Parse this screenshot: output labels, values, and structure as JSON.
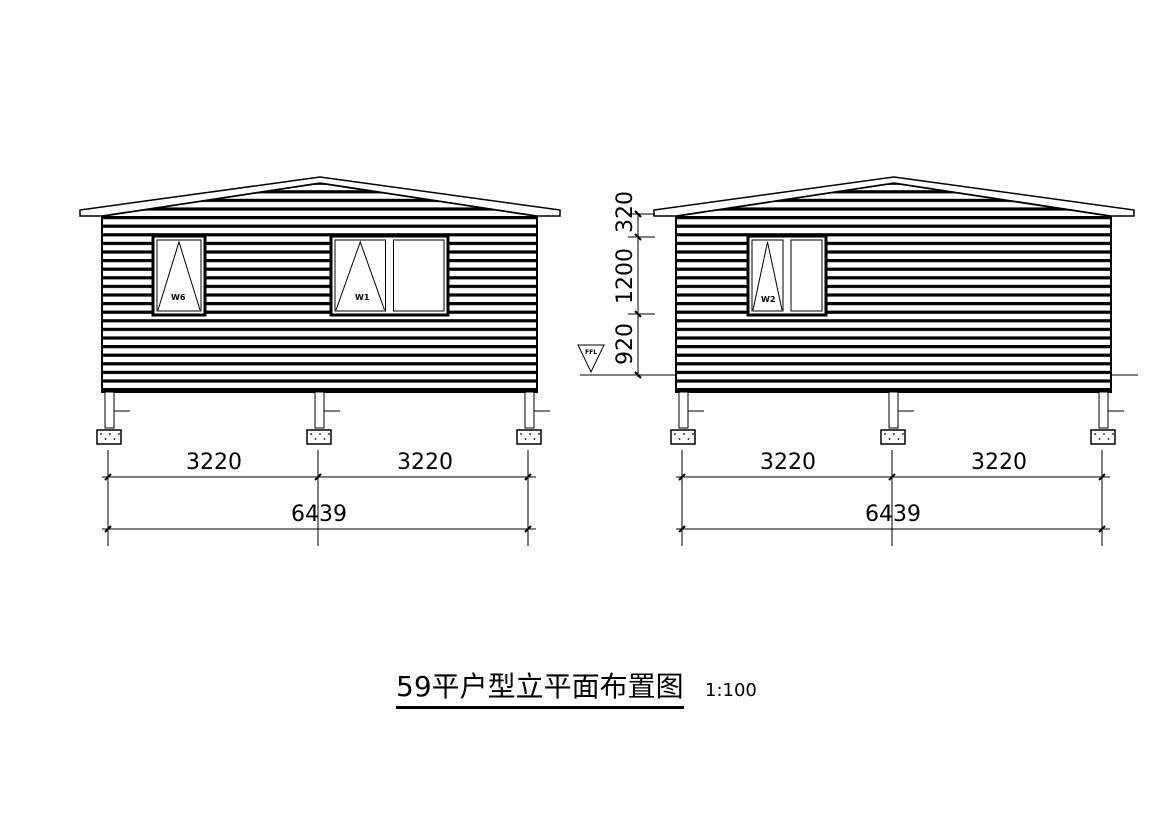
{
  "drawing": {
    "title": "59平户型立平面布置图",
    "scale": "1:100",
    "left_elevation": {
      "windows": [
        {
          "label": "W6",
          "panes": 1
        },
        {
          "label": "W1",
          "panes": 2
        }
      ],
      "dims": {
        "bay1": "3220",
        "bay2": "3220",
        "total": "6439"
      }
    },
    "right_elevation": {
      "windows": [
        {
          "label": "W2",
          "panes": 2
        }
      ],
      "dims": {
        "bay1": "3220",
        "bay2": "3220",
        "total": "6439"
      },
      "vertical_dims": [
        "320",
        "1200",
        "920"
      ],
      "level_mark": "FFL"
    }
  },
  "colors": {
    "line": "#000000",
    "background": "#ffffff"
  }
}
